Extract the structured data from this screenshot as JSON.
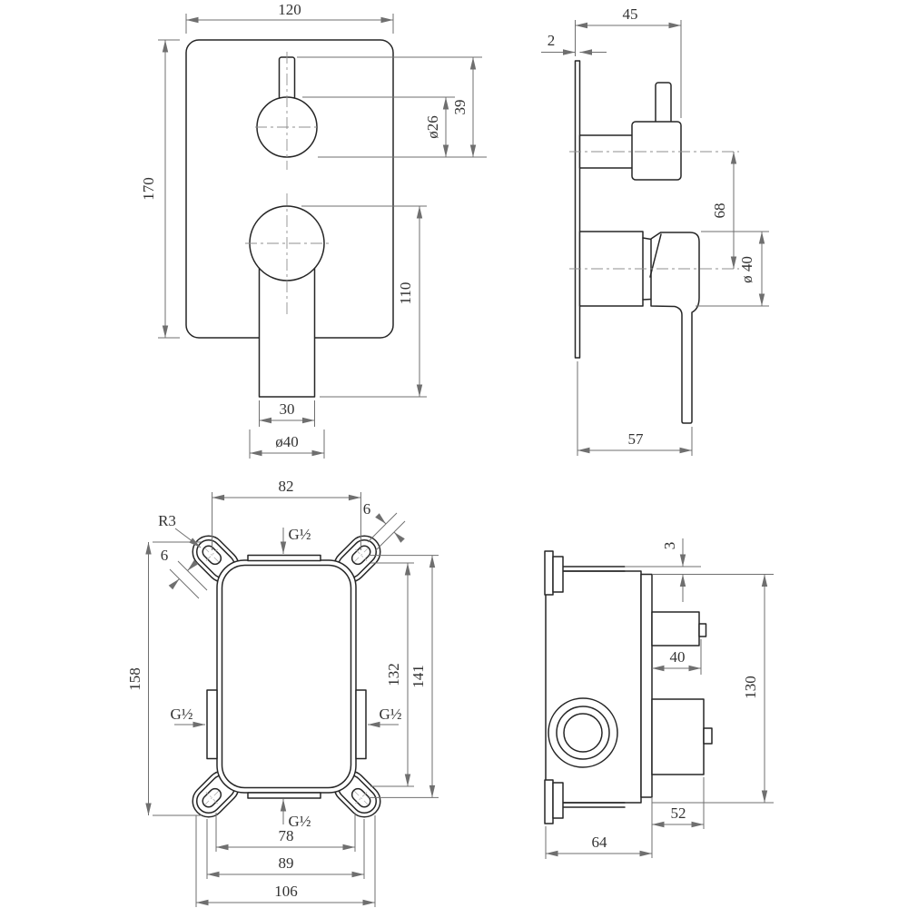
{
  "views": {
    "mixer_front": {
      "dims": {
        "plate_width": "120",
        "plate_height": "170",
        "diverter_offset": "39",
        "diverter_dia": "ø26",
        "handle_length": "110",
        "handle_width": "30",
        "handle_base_dia": "ø40"
      }
    },
    "mixer_side": {
      "dims": {
        "projection": "45",
        "plate_thickness": "2",
        "handle_centers": "68",
        "body_dia": "ø 40",
        "handle_projection": "57"
      }
    },
    "box_front": {
      "dims": {
        "slot_spacing_top": "82",
        "slot_width_right": "6",
        "slot_radius": "R3",
        "slot_width_left": "6",
        "overall_height": "158",
        "body_height": "132",
        "slot_height": "141",
        "slot_spacing_bottom": "78",
        "ear_spacing": "89",
        "overall_width": "106"
      },
      "ports": {
        "top": "G½",
        "left": "G½",
        "right": "G½",
        "bottom": "G½"
      }
    },
    "box_side": {
      "dims": {
        "flange_offset": "3",
        "port_depth": "40",
        "height": "130",
        "port_span": "52",
        "depth": "64"
      }
    }
  }
}
